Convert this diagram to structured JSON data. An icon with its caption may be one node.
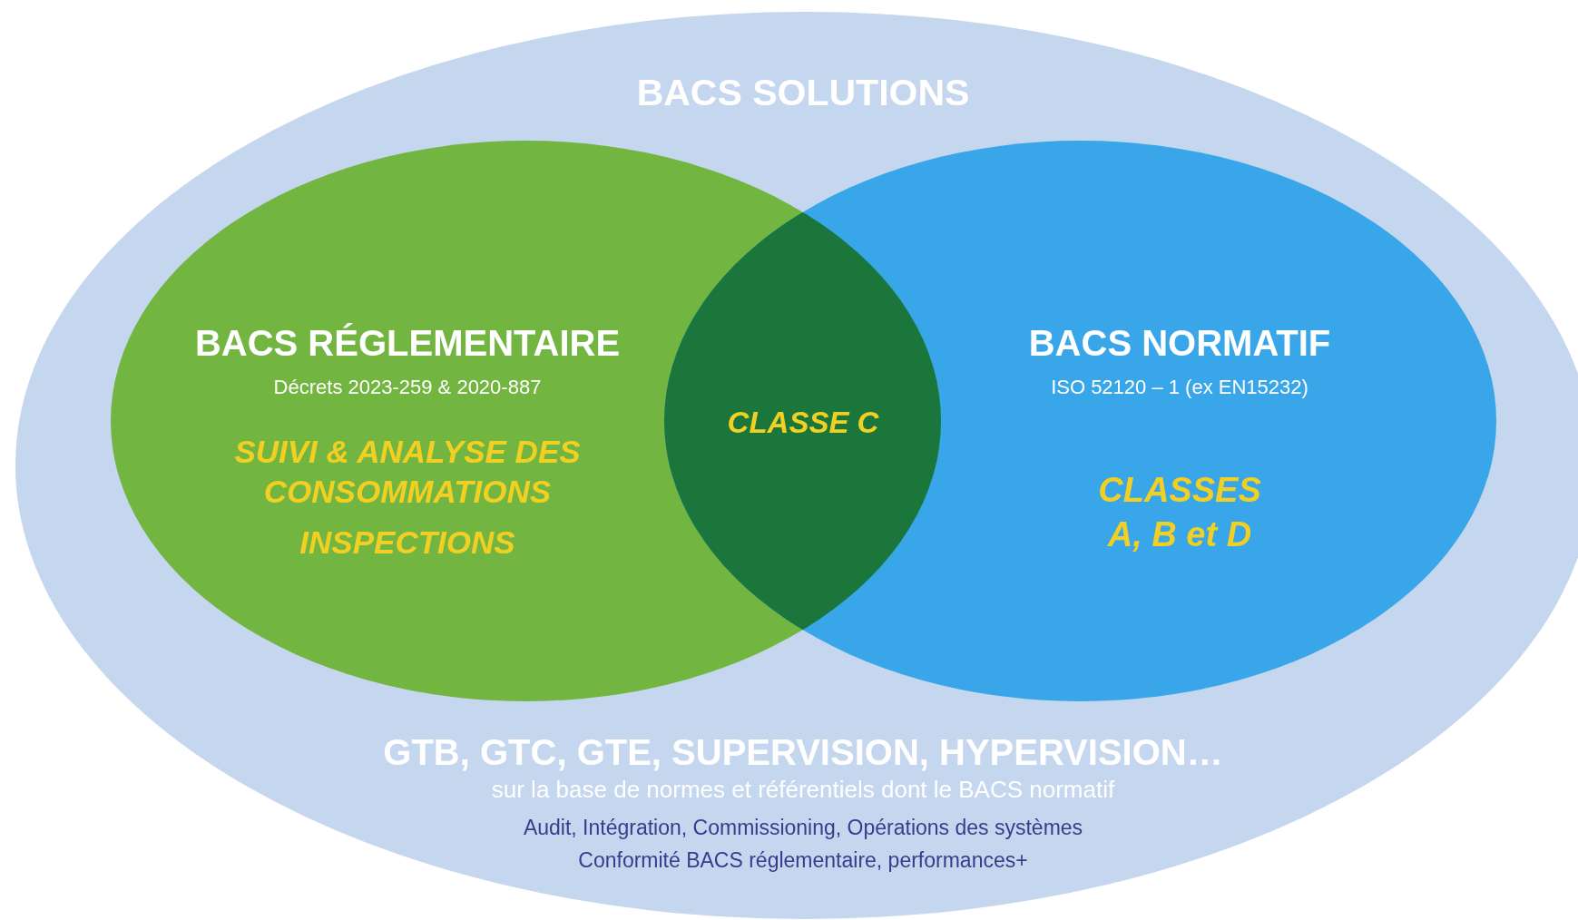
{
  "diagram": {
    "nodes": [
      {
        "text": [
          "BACS SOLUTIONS",
          "GTB, GTC, GTE, SUPERVISION, HYPERVISION…",
          "sur la base de normes et référentiels dont le BACS normatif",
          "Audit, Intégration, Commissioning, Opérations des systèmes",
          "Conformité BACS réglementaire, performances+"
        ]
      },
      {
        "text": [
          "BACS RÉGLEMENTAIRE",
          "Décrets 2023-259 & 2020-887",
          "SUIVI & ANALYSE DES CONSOMMATIONS",
          "INSPECTIONS"
        ],
        "in": 0
      },
      {
        "text": [
          "BACS NORMATIF",
          "ISO 52120 – 1 (ex EN15232)",
          "CLASSES A, B et D"
        ],
        "in": 0
      },
      {
        "text": [
          "CLASSE C"
        ],
        "in": 0
      }
    ]
  }
}
